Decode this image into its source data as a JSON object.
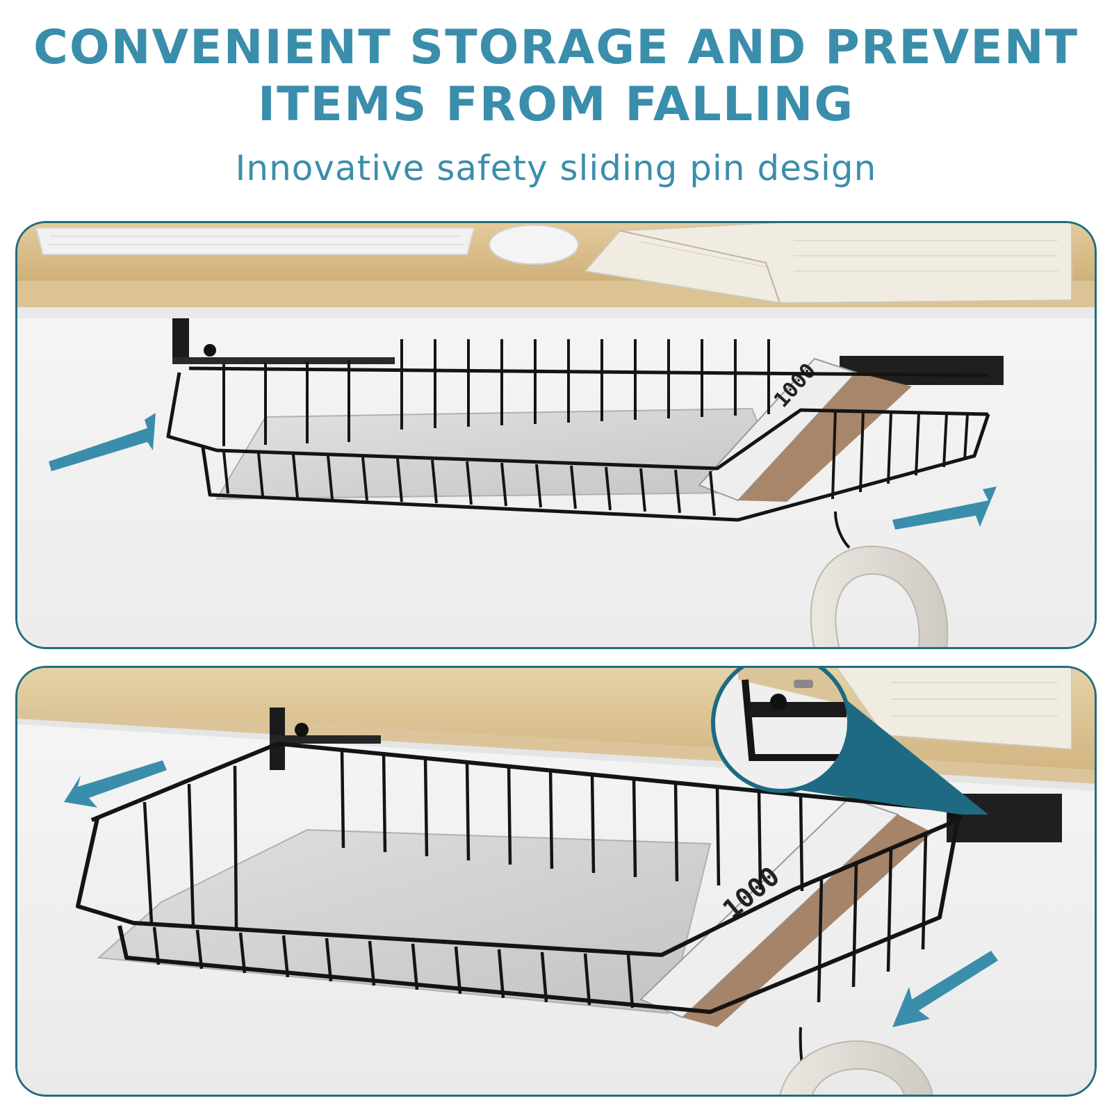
{
  "headline": {
    "line1": "CONVENIENT STORAGE AND PREVENT",
    "line2": "ITEMS FROM FALLING"
  },
  "subheadline": "Innovative safety sliding pin design",
  "label_text": {
    "box_marking": "1000"
  },
  "colors": {
    "accent": "#3a8eab",
    "panel_border": "#1e6d7d",
    "wire": "#141414",
    "desk_wood": "#d9bf8e",
    "desk_edge": "#ead7ad",
    "wall": "#f3f3f3",
    "laptop": "#d3d3d5"
  },
  "icons": {
    "arrows": "arrow-icon",
    "zoom": "magnifier-callout"
  }
}
